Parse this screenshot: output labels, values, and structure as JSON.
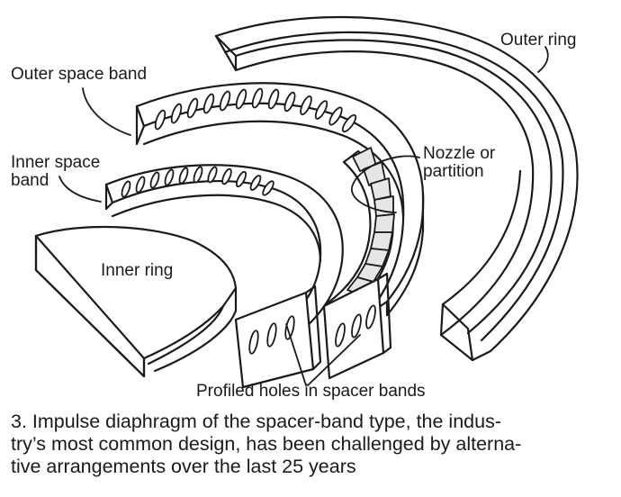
{
  "labels": {
    "outer_ring": "Outer ring",
    "outer_space_band": "Outer space band",
    "inner_space_band_1": "Inner space",
    "inner_space_band_2": "band",
    "nozzle_1": "Nozzle or",
    "nozzle_2": "partition",
    "inner_ring": "Inner ring",
    "profiled_holes": "Profiled holes in spacer bands"
  },
  "caption": {
    "line1": "3. Impulse diaphragm of the spacer-band type, the indus-",
    "line2": "try’s most common design, has been challenged by alterna-",
    "line3": "tive arrangements over the last 25 years"
  }
}
